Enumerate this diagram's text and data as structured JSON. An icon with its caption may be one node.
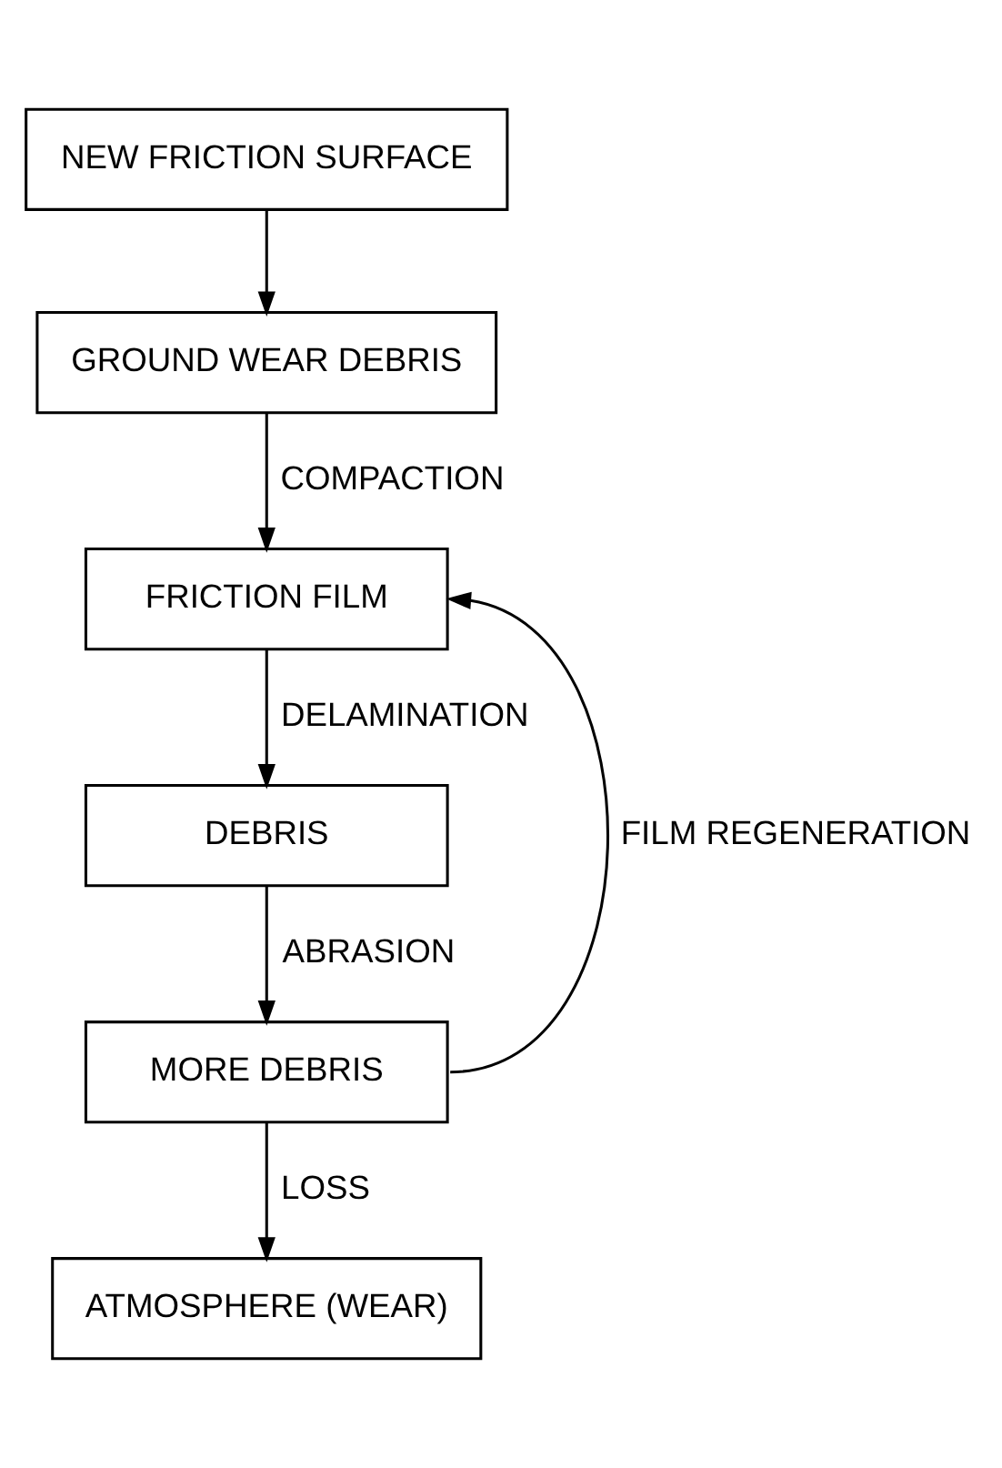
{
  "diagram": {
    "nodes": [
      {
        "text": [
          "NEW FRICTION SURFACE"
        ]
      },
      {
        "text": [
          "GROUND WEAR DEBRIS"
        ]
      },
      {
        "text": [
          "FRICTION FILM"
        ]
      },
      {
        "text": [
          "DEBRIS"
        ]
      },
      {
        "text": [
          "MORE DEBRIS"
        ]
      },
      {
        "text": [
          "ATMOSPHERE (WEAR)"
        ]
      }
    ],
    "edges": [
      {
        "from": 0,
        "to": 1,
        "arrow": "to"
      },
      {
        "from": 1,
        "to": 2,
        "arrow": "to",
        "label": "COMPACTION"
      },
      {
        "from": 2,
        "to": 3,
        "arrow": "to",
        "label": "DELAMINATION"
      },
      {
        "from": 3,
        "to": 4,
        "arrow": "to",
        "label": "ABRASION"
      },
      {
        "from": 4,
        "to": 2,
        "arrow": "to",
        "label": "FILM REGENERATION"
      },
      {
        "from": 4,
        "to": 5,
        "arrow": "to",
        "label": "LOSS"
      }
    ]
  }
}
